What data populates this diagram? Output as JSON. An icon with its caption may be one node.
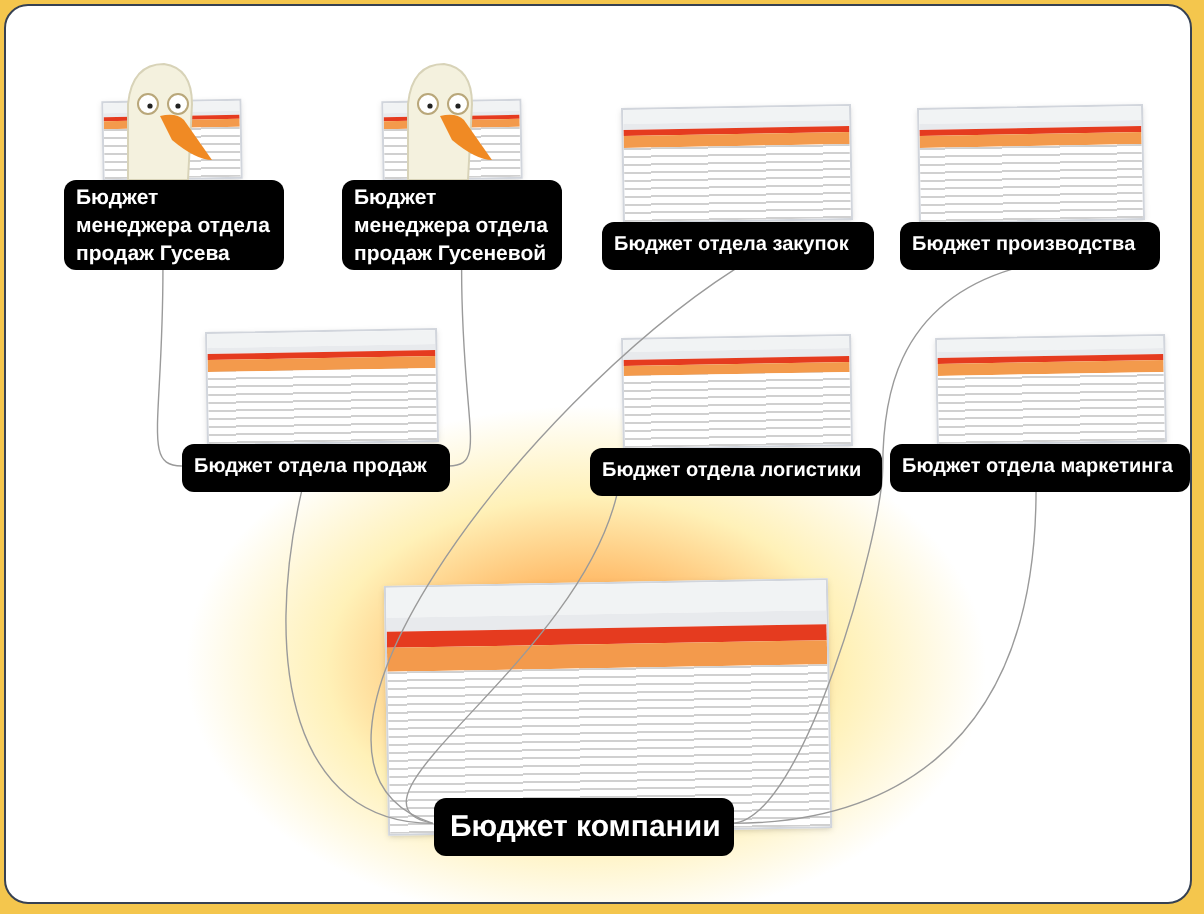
{
  "diagram": {
    "nodes": [
      {
        "text": [
          "Бюджет менеджера отдела продаж Гусева"
        ]
      },
      {
        "text": [
          "Бюджет менеджера отдела продаж Гусеневой"
        ]
      },
      {
        "text": [
          "Бюджет отдела закупок"
        ]
      },
      {
        "text": [
          "Бюджет производства"
        ]
      },
      {
        "text": [
          "Бюджет отдела продаж"
        ]
      },
      {
        "text": [
          "Бюджет отдела логистики"
        ]
      },
      {
        "text": [
          "Бюджет отдела маркетинга"
        ]
      },
      {
        "text": [
          "Бюджет компании"
        ]
      }
    ],
    "edges": [
      {
        "from": 0,
        "to": 4,
        "arrow": "none"
      },
      {
        "from": 1,
        "to": 4,
        "arrow": "none"
      },
      {
        "from": 4,
        "to": 7,
        "arrow": "none"
      },
      {
        "from": 2,
        "to": 7,
        "arrow": "none"
      },
      {
        "from": 3,
        "to": 7,
        "arrow": "none"
      },
      {
        "from": 5,
        "to": 7,
        "arrow": "none"
      },
      {
        "from": 6,
        "to": 7,
        "arrow": "none"
      }
    ]
  }
}
